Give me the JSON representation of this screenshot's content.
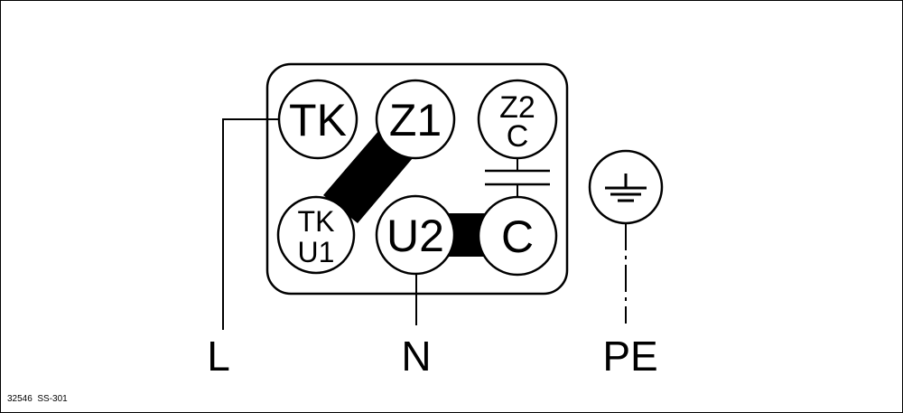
{
  "terminals": {
    "tk": "TK",
    "z1": "Z1",
    "z2c_top": "Z2",
    "z2c_bottom": "C",
    "tku1_top": "TK",
    "tku1_bottom": "U1",
    "u2": "U2",
    "c": "C"
  },
  "leads": {
    "line": "L",
    "neutral": "N",
    "earth": "PE"
  },
  "reference_code": "32546  SS-301"
}
